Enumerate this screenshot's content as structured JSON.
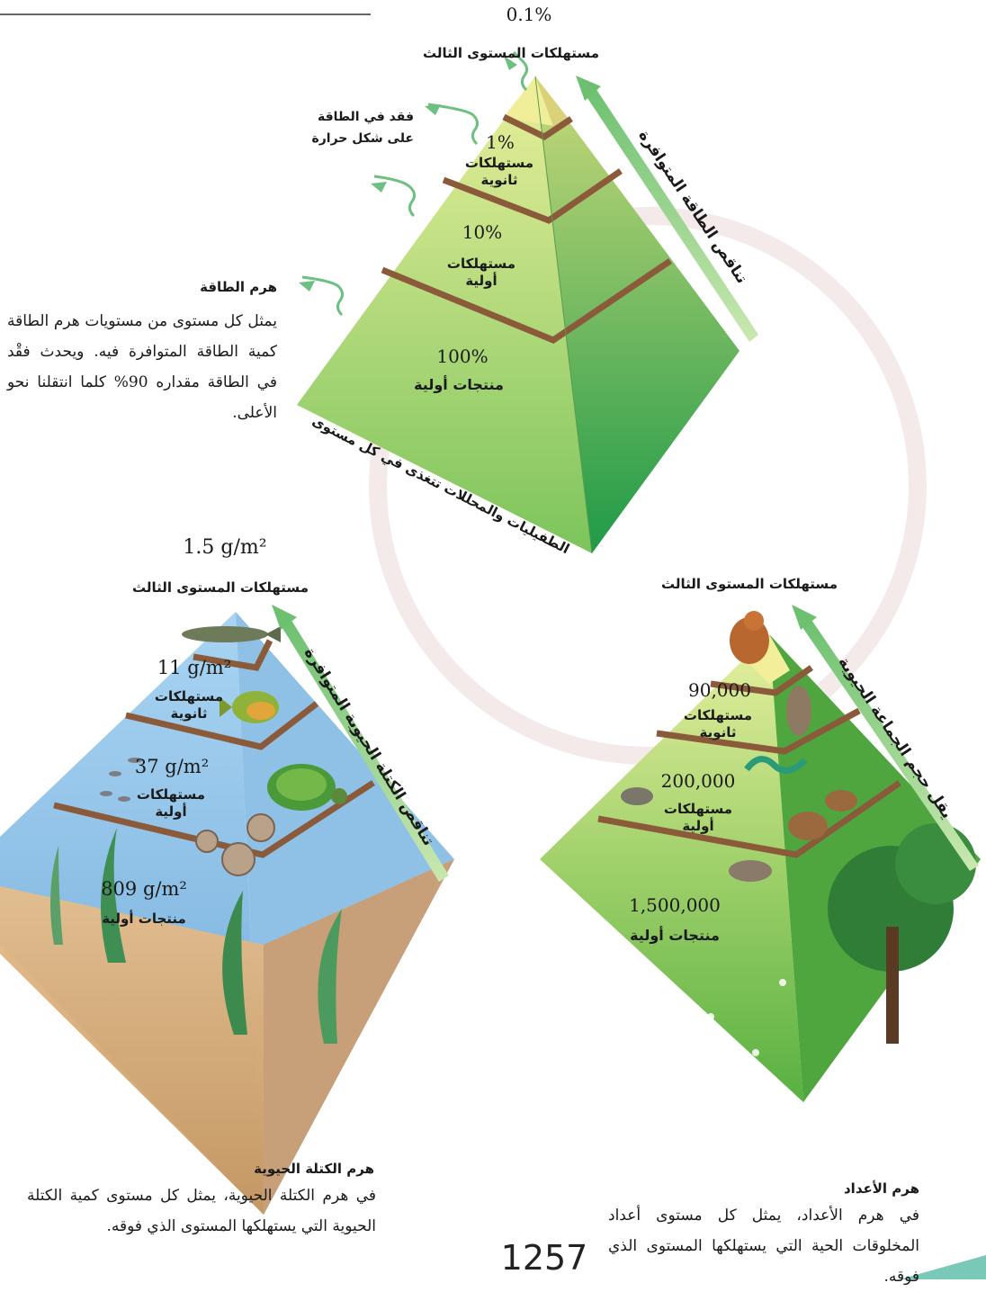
{
  "page_number": "1257",
  "energy_pyramid": {
    "top_pct": "0.1%",
    "top_label": "مستهلكات المستوى الثالث",
    "heat_loss": [
      "فقد في الطاقة",
      "على شكل حرارة"
    ],
    "level2_pct": "1%",
    "level2_label": [
      "مستهلكات",
      "ثانوية"
    ],
    "level3_pct": "10%",
    "level3_label": [
      "مستهلكات",
      "أولية"
    ],
    "level4_pct": "100%",
    "level4_label": "منتجات أولية",
    "arrow_label": "تناقص الطاقة المتوافرة",
    "base_label": "الطفيليات والمحللات تتغذى في كل مستوى",
    "caption_title": "هرم الطاقة",
    "caption_text": "يمثل كل مستوى من مستويات هرم الطاقة كمية الطاقة المتوافرة فيه. ويحدث فقْد في الطاقة مقداره 90% كلما انتقلنا نحو الأعلى."
  },
  "biomass_pyramid": {
    "top_value": "1.5 g/m²",
    "top_label": "مستهلكات المستوى الثالث",
    "level2_value": "11 g/m²",
    "level2_label": [
      "مستهلكات",
      "ثانوية"
    ],
    "level3_value": "37 g/m²",
    "level3_label": [
      "مستهلكات",
      "أولية"
    ],
    "level4_value": "809 g/m²",
    "level4_label": "منتجات أولية",
    "arrow_label": "تناقص الكتلة الحيوية المتوافرة",
    "caption_title": "هرم الكتلة الحيوية",
    "caption_text": "في هرم الكتلة الحيوية، يمثل كل مستوى كمية الكتلة الحيوية التي يستهلكها المستوى الذي فوقه."
  },
  "numbers_pyramid": {
    "top_label": "مستهلكات المستوى الثالث",
    "level2_value": "90,000",
    "level2_label": [
      "مستهلكات",
      "ثانوية"
    ],
    "level3_value": "200,000",
    "level3_label": [
      "مستهلكات",
      "أولية"
    ],
    "level4_value": "1,500,000",
    "level4_label": "منتجات أولية",
    "arrow_label": "يقل حجم الجماعة الحيوية",
    "caption_title": "هرم الأعداد",
    "caption_text": "في هرم الأعداد، يمثل كل مستوى أعداد المخلوقات الحية التي يستهلكها المستوى الذي فوقه."
  }
}
